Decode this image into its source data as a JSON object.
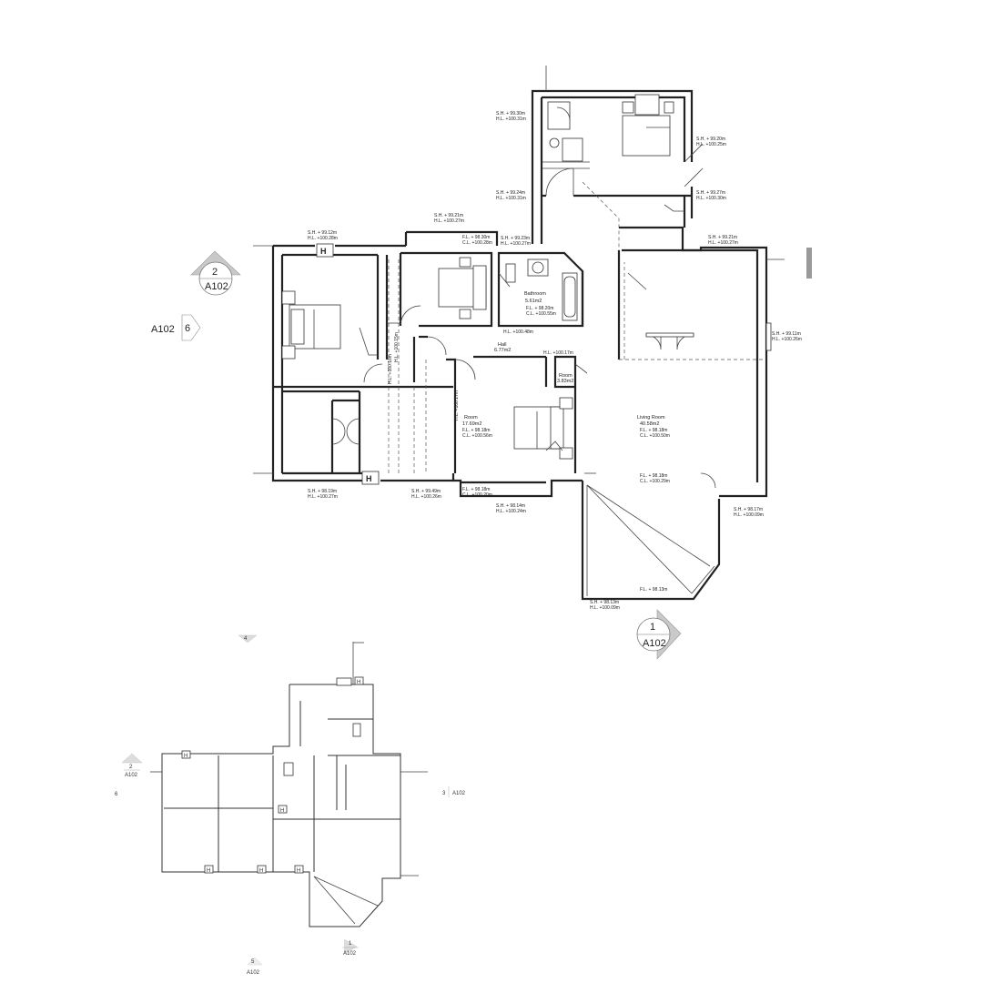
{
  "main_plan": {
    "level_labels": [
      {
        "id": "bed1-top",
        "lines": [
          "S.H. + 99.30m",
          "H.L. +100.31m"
        ]
      },
      {
        "id": "bed1-right",
        "lines": [
          "S.H. + 99.20m",
          "H.L. +100.25m"
        ]
      },
      {
        "id": "bed1-bottom-left",
        "lines": [
          "S.H. + 99.24m",
          "H.L. +100.31m"
        ]
      },
      {
        "id": "bed1-bottom-right",
        "lines": [
          "S.H. + 99.27m",
          "H.L. +100.30m"
        ]
      },
      {
        "id": "notch-top",
        "lines": [
          "S.H. + 99.21m",
          "H.L. +100.27m"
        ]
      },
      {
        "id": "bed-left-top",
        "lines": [
          "S.H. + 99.12m",
          "H.L. +100.28m"
        ]
      },
      {
        "id": "bed-mid-fl",
        "lines": [
          "F.L. + 98.30m",
          "C.L. +100.28m"
        ]
      },
      {
        "id": "bath-top",
        "lines": [
          "S.H. + 99.23m",
          "H.L. +100.27m"
        ]
      },
      {
        "id": "living-top",
        "lines": [
          "S.H. + 99.21m",
          "H.L. +100.27m"
        ]
      },
      {
        "id": "bath-fl",
        "lines": [
          "F.L. + 98.20m",
          "C.L. +100.55m"
        ]
      },
      {
        "id": "hall-hl",
        "lines": [
          "H.L. +100.48m"
        ]
      },
      {
        "id": "hall-hl2",
        "lines": [
          "H.L. +100.17m"
        ]
      },
      {
        "id": "living-right",
        "lines": [
          "S.H. + 99.11m",
          "H.L. +100.26m"
        ]
      },
      {
        "id": "room-fl",
        "lines": [
          "F.L. + 98.18m",
          "C.L. +100.56m"
        ]
      },
      {
        "id": "living-fl",
        "lines": [
          "F.L. + 98.18m",
          "C.L. +100.50m"
        ]
      },
      {
        "id": "living-fl2",
        "lines": [
          "F.L. + 98.18m",
          "C.L. +100.29m"
        ]
      },
      {
        "id": "bot-left",
        "lines": [
          "S.H. + 98.19m",
          "H.L. +100.27m"
        ]
      },
      {
        "id": "bot-mid",
        "lines": [
          "S.H. + 99.49m",
          "H.L. +100.26m"
        ]
      },
      {
        "id": "bot-room-fl",
        "lines": [
          "F.L. + 98.18m",
          "C.L. +100.20m"
        ]
      },
      {
        "id": "bot-room-sh",
        "lines": [
          "S.H. + 98.14m",
          "H.L. +100.24m"
        ]
      },
      {
        "id": "living-bot-right",
        "lines": [
          "S.H. + 98.17m",
          "H.L. +100.09m"
        ]
      },
      {
        "id": "bay-fl",
        "lines": [
          "F.L. + 98.13m"
        ]
      },
      {
        "id": "bay-sh",
        "lines": [
          "S.H. + 98.13m",
          "H.L. +100.09m"
        ]
      }
    ],
    "rooms": [
      {
        "id": "bathroom",
        "lines": [
          "Bathroom",
          "5.61m2"
        ]
      },
      {
        "id": "hall",
        "lines": [
          "Hall",
          "6.77m2"
        ]
      },
      {
        "id": "small-room",
        "lines": [
          "Room",
          "3.83m2"
        ]
      },
      {
        "id": "room",
        "lines": [
          "Room",
          "17.69m2"
        ]
      },
      {
        "id": "living-room",
        "lines": [
          "Living Room",
          "40.58m2"
        ]
      }
    ],
    "vertical_labels": [
      {
        "id": "hall-v1",
        "text": "H.L. +100.16m"
      },
      {
        "id": "hall-v2",
        "text": "H.L. +100.15m"
      },
      {
        "id": "room-v",
        "text": "H.L. +100.17m"
      }
    ],
    "h_marker": "H",
    "section_tags": [
      {
        "id": "section-2",
        "num": "2",
        "ref": "A102"
      },
      {
        "id": "section-6",
        "num": "6",
        "ref": "A102"
      },
      {
        "id": "section-1",
        "num": "1",
        "ref": "A102"
      }
    ]
  },
  "key_plan": {
    "section_tags": [
      {
        "id": "k4",
        "num": "4",
        "ref": ""
      },
      {
        "id": "k2",
        "num": "2",
        "ref": "A102"
      },
      {
        "id": "k6",
        "num": "6",
        "ref": ""
      },
      {
        "id": "k3",
        "num": "3",
        "ref": "A102"
      },
      {
        "id": "k1",
        "num": "1",
        "ref": "A102"
      },
      {
        "id": "k5",
        "num": "5",
        "ref": "A102"
      }
    ],
    "h_marker": "H"
  }
}
